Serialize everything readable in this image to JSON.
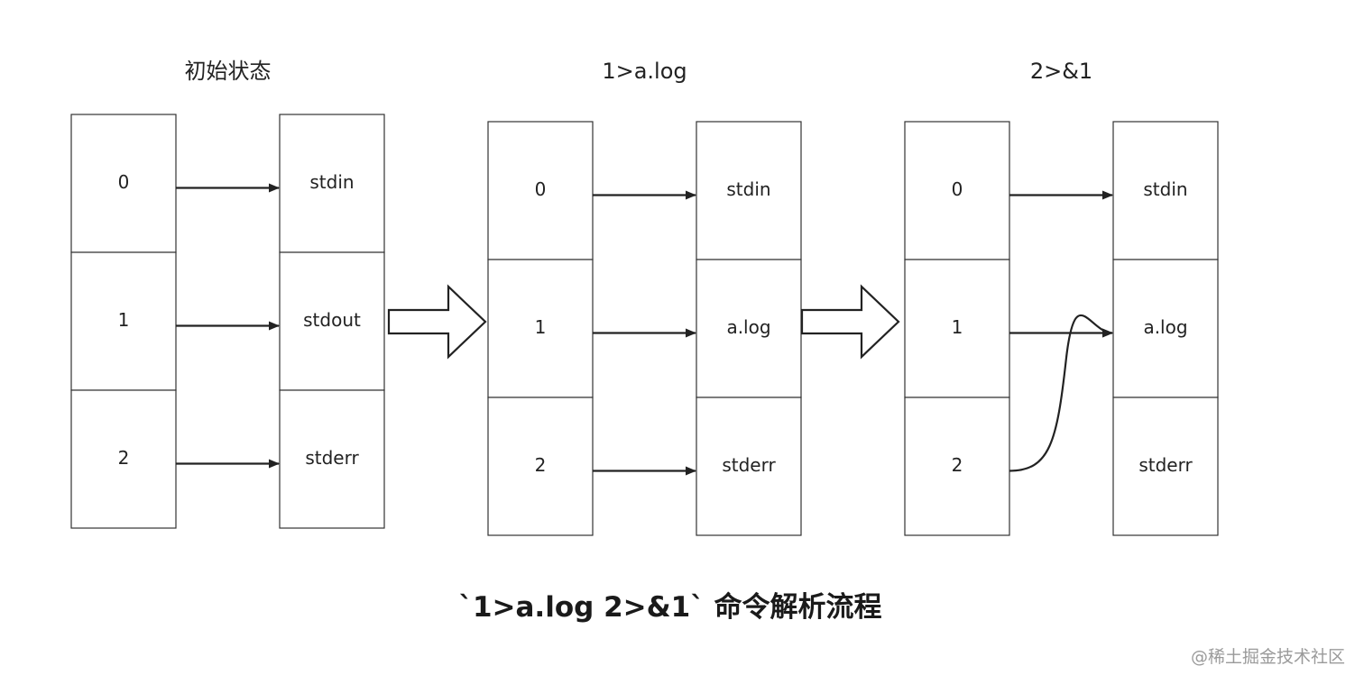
{
  "stages": [
    {
      "title": "初始状态",
      "fds": [
        "0",
        "1",
        "2"
      ],
      "targets": [
        "stdin",
        "stdout",
        "stderr"
      ],
      "links": [
        [
          0,
          0
        ],
        [
          1,
          1
        ],
        [
          2,
          2
        ]
      ]
    },
    {
      "title": "1>a.log",
      "fds": [
        "0",
        "1",
        "2"
      ],
      "targets": [
        "stdin",
        "a.log",
        "stderr"
      ],
      "links": [
        [
          0,
          0
        ],
        [
          1,
          1
        ],
        [
          2,
          2
        ]
      ]
    },
    {
      "title": "2>&1",
      "fds": [
        "0",
        "1",
        "2"
      ],
      "targets": [
        "stdin",
        "a.log",
        "stderr"
      ],
      "links": [
        [
          0,
          0
        ],
        [
          1,
          1
        ],
        [
          2,
          1
        ]
      ]
    }
  ],
  "caption": "`1>a.log 2>&1` 命令解析流程",
  "watermark": "@稀土掘金技术社区"
}
